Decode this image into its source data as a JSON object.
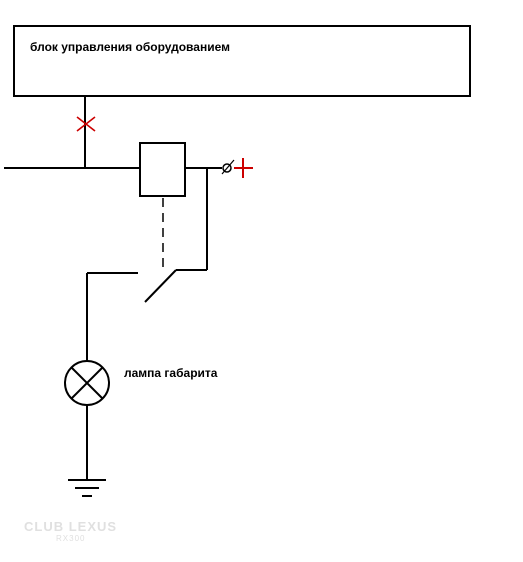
{
  "diagram": {
    "control_unit_label": "блок управления оборудованием",
    "lamp_label": "лампа габарита",
    "plus_symbol": "+",
    "colors": {
      "line": "#000000",
      "accent": "#cc0000",
      "watermark": "#e0e0e0"
    },
    "watermark": {
      "title": "CLUB LEXUS",
      "subtitle": "RX300"
    }
  }
}
